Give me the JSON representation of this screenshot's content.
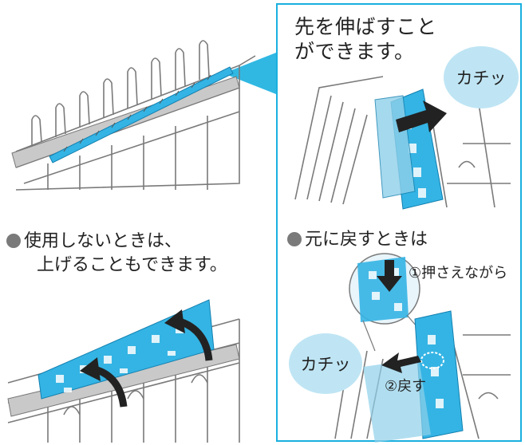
{
  "colors": {
    "accent": "#1ab0e0",
    "bubble": "#bfe5f4",
    "wire": "#7a7a7a",
    "clip": "#34b4e4"
  },
  "panel": {
    "title_line1": "先を伸ばすこと",
    "title_line2": "ができます。",
    "click_top": "カチッ",
    "return_heading": "元に戻すときは",
    "step1": "押さえながら",
    "step1_num": "①",
    "step2": "戻す",
    "step2_num": "②",
    "click_bottom": "カチッ"
  },
  "left": {
    "fold_line1": "使用しないときは、",
    "fold_line2": "上げることもできます。"
  }
}
